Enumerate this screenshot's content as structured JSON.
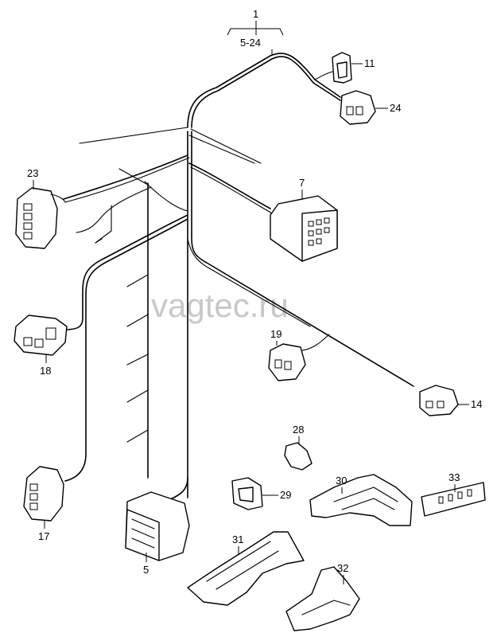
{
  "watermark": "vagtec.ru",
  "callouts": {
    "main": "1",
    "main_range": "5-24",
    "p5": "5",
    "p7": "7",
    "p11": "11",
    "p14": "14",
    "p17": "17",
    "p18": "18",
    "p19": "19",
    "p23": "23",
    "p24": "24",
    "p28": "28",
    "p29": "29",
    "p30": "30",
    "p31": "31",
    "p32": "32",
    "p33": "33"
  },
  "colors": {
    "line": "#000000",
    "watermark": "#c8c8c8",
    "background": "#ffffff"
  }
}
